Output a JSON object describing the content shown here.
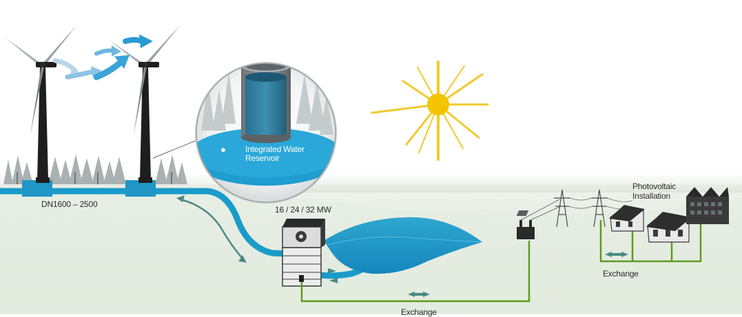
{
  "labels": {
    "reservoir_line1": "Integrated Water",
    "reservoir_line2": "Reservoir",
    "pipe_diameter": "DN1600 – 2500",
    "power_rating": "16 / 24 / 32 MW",
    "pv_line1": "Photovoltaic",
    "pv_line2": "Installation",
    "exchange_right": "Exchange",
    "exchange_bottom": "Exchange"
  },
  "colors": {
    "water": "#1a9bc9",
    "water_dark": "#1576a8",
    "grid_line": "#5e9a1e",
    "tower": "#1e1e1e",
    "sun": "#f5c400",
    "sun_ray": "#f3c92a",
    "arrow_teal": "#4a8a86",
    "wind_arrow": "#3aa3d6",
    "ground_green": "#e2ecdf",
    "tree": "#9aa3a3"
  },
  "icons": [
    "wind-turbine-icon",
    "wind-arrow-icon",
    "sun-icon",
    "pump-station-icon",
    "substation-icon",
    "power-pylon-icon",
    "house-pv-icon",
    "factory-icon",
    "water-drop-icon",
    "exchange-arrow-icon"
  ]
}
